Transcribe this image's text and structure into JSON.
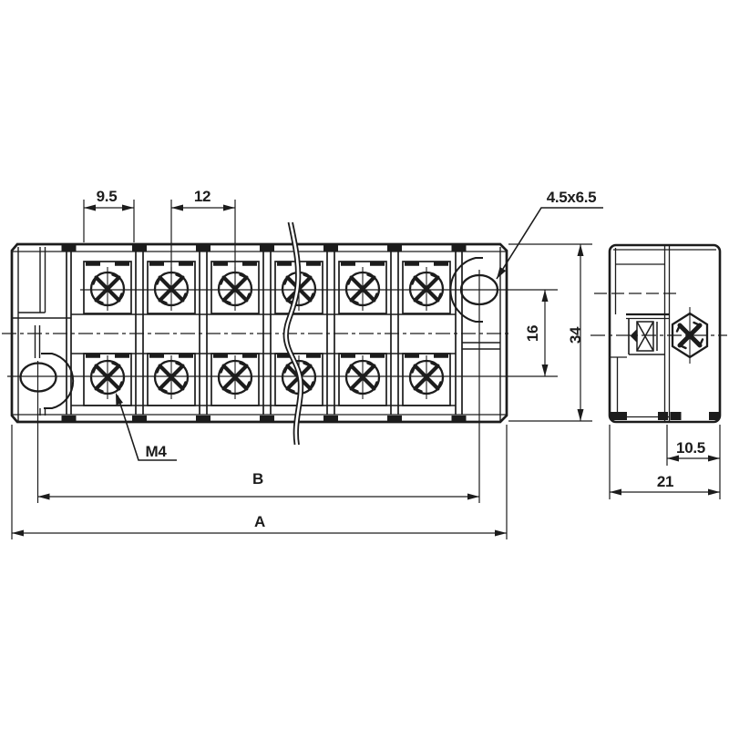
{
  "drawing": {
    "labels": {
      "terminal_opening_width": "9.5",
      "pole_pitch": "12",
      "mounting_slot_size": "4.5x6.5",
      "screw_thread": "M4",
      "row_spacing": "16",
      "body_height": "34",
      "mounting_hole_span": "B",
      "overall_length": "A",
      "side_step_depth": "10.5",
      "side_depth": "21"
    },
    "colors": {
      "line": "#1c1c1c",
      "background": "#ffffff"
    }
  }
}
